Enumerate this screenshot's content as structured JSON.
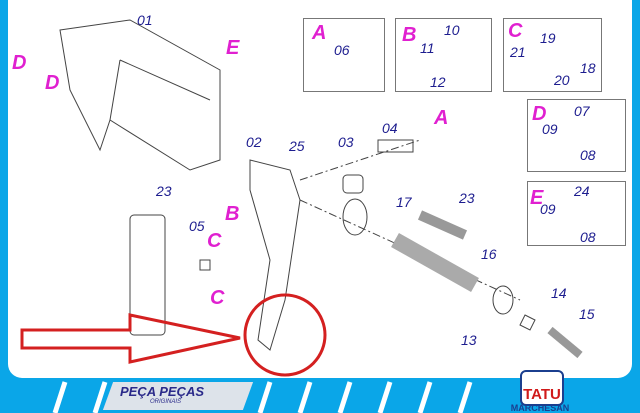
{
  "callouts": {
    "p01": "01",
    "p02": "02",
    "p03": "03",
    "p04": "04",
    "p05": "05",
    "p13": "13",
    "p14": "14",
    "p15": "15",
    "p16": "16",
    "p17": "17",
    "p23a": "23",
    "p23b": "23",
    "p25": "25"
  },
  "letters": {
    "d1": "D",
    "d2": "D",
    "e1": "E",
    "a1": "A",
    "b1": "B",
    "c1": "C",
    "c2": "C"
  },
  "box_a": {
    "letter": "A",
    "parts": [
      "06"
    ]
  },
  "box_b": {
    "letter": "B",
    "parts": [
      "10",
      "11",
      "12"
    ]
  },
  "box_c": {
    "letter": "C",
    "parts": [
      "19",
      "21",
      "18",
      "20"
    ]
  },
  "box_d": {
    "letter": "D",
    "parts": [
      "07",
      "09",
      "08"
    ]
  },
  "box_e": {
    "letter": "E",
    "parts": [
      "24",
      "09",
      "08"
    ]
  },
  "footer": {
    "brand": "PEÇA PEÇAS",
    "brand_sub": "ORIGINAIS",
    "logo": "TATU",
    "logo_sub": "MARCHESAN"
  },
  "colors": {
    "accent": "#0aa6e8",
    "callout": "#1d1d8f",
    "letter": "#e020d0",
    "highlight": "#d42020"
  }
}
